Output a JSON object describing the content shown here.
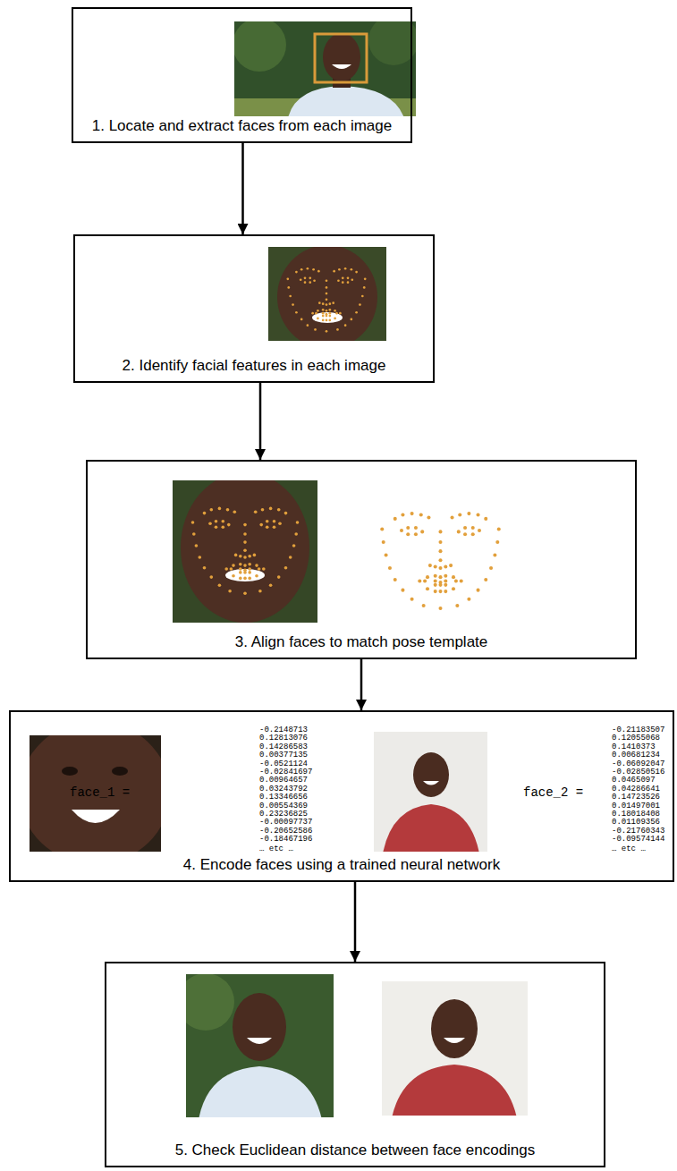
{
  "diagram": {
    "nodes": [
      {
        "text": [
          "1. Locate and extract faces from each image"
        ]
      },
      {
        "text": [
          "2. Identify facial features in each image"
        ]
      },
      {
        "text": [
          "3. Align faces to match pose template"
        ]
      },
      {
        "text": [
          "4. Encode faces using a trained neural network"
        ]
      },
      {
        "text": [
          "5. Check Euclidean distance between face encodings"
        ]
      }
    ],
    "edges": [
      {
        "from": 0,
        "to": 1,
        "arrow": "to"
      },
      {
        "from": 1,
        "to": 2,
        "arrow": "to"
      },
      {
        "from": 2,
        "to": 3,
        "arrow": "to"
      },
      {
        "from": 3,
        "to": 4,
        "arrow": "to"
      }
    ],
    "labels": [
      "face_1 =",
      "-0.2148713 0.12813076 0.14286583 0.00377135 -0.0521124 -0.02841697 0.00964657 0.03243792 0.13346656 0.00554369 0.23236825 -0.00097737 -0.20652586 -0.18467196",
      "… etc …",
      "face_2 =",
      "-0.21183507 0.12055068 0.1410373 0.00681234 -0.06092047 -0.02850516 0.0465097 0.04286641 0.14723526 0.01497001 0.18018408 0.01109356 -0.21760343 -0.09574144",
      "… etc …"
    ]
  }
}
